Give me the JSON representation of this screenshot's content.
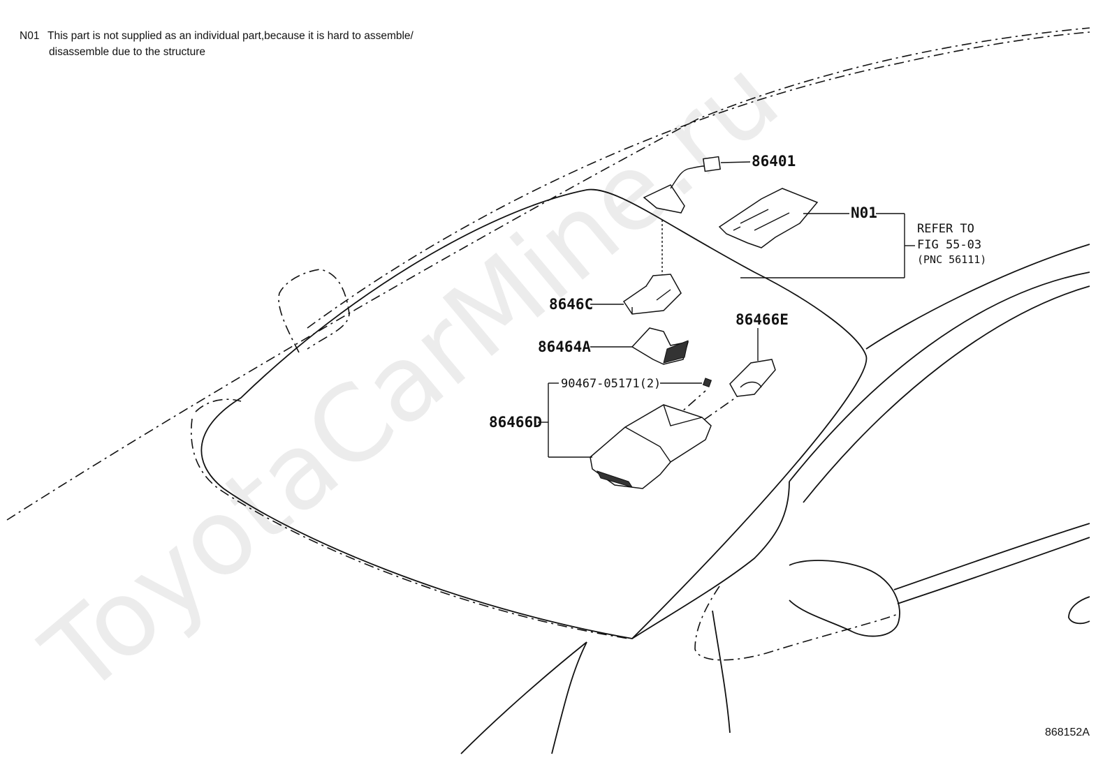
{
  "note": {
    "code": "N01",
    "line1": "This part is not supplied as an individual part,because it is hard to assemble/",
    "line2": "disassemble due to the structure"
  },
  "callouts": {
    "p86401": "86401",
    "pN01": "N01",
    "p8646C": "8646C",
    "p86466E": "86466E",
    "p86464A": "86464A",
    "p90467": "90467-05171(2)",
    "p86466D": "86466D"
  },
  "reference": {
    "line1": "REFER TO",
    "line2": "FIG 55-03",
    "line3": "(PNC 56111)"
  },
  "watermark": "ToyotaCarMine.ru",
  "illustration_number": "868152A"
}
